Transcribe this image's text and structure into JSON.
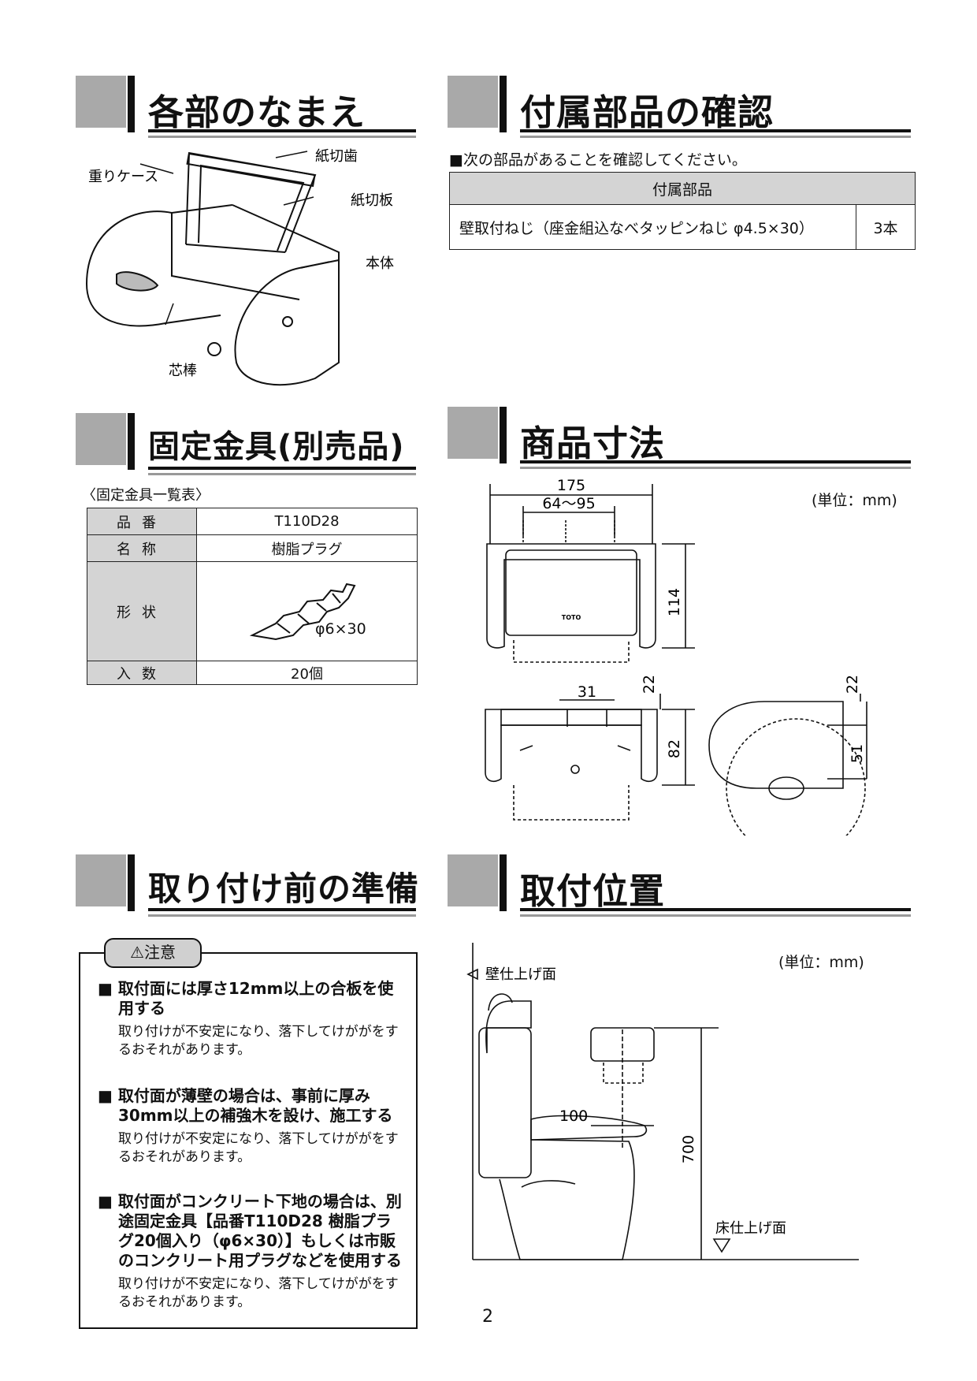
{
  "sections": {
    "parts_names": "各部のなまえ",
    "accessory_check": "付属部品の確認",
    "fixing_hardware": "固定金具(別売品)",
    "dimensions": "商品寸法",
    "preparation": "取り付け前の準備",
    "install_position": "取付位置"
  },
  "part_labels": {
    "cutter_teeth": "紙切歯",
    "weight_case": "重りケース",
    "cutter_plate": "紙切板",
    "body": "本体",
    "core_rod": "芯棒"
  },
  "accessory": {
    "intro": "■次の部品があることを確認してください。",
    "header": "付属部品",
    "item_name": "壁取付ねじ（座金組込なべタッピンねじ φ4.5×30）",
    "item_qty": "3本"
  },
  "fixing": {
    "caption": "〈固定金具一覧表〉",
    "rows": {
      "part_no_label": "品番",
      "part_no_value": "T110D28",
      "name_label": "名称",
      "name_value": "樹脂プラグ",
      "shape_label": "形状",
      "shape_value": "φ6×30",
      "qty_label": "入数",
      "qty_value": "20個"
    }
  },
  "dimensions": {
    "unit": "(単位：mm)",
    "width": "175",
    "screw_pitch": "64〜95",
    "height": "114",
    "brand": "TOTO",
    "top_offset": "22",
    "inner_width": "31",
    "depth": "82",
    "side_top": "22",
    "side_pitch": "51"
  },
  "caution": {
    "tag": "⚠注意",
    "items": [
      {
        "head": "■ 取付面には厚さ12mm以上の合板を使用する",
        "desc": "取り付けが不安定になり、落下してけががをするおそれがあります。"
      },
      {
        "head": "■ 取付面が薄壁の場合は、事前に厚み30mm以上の補強木を設け、施工する",
        "desc": "取り付けが不安定になり、落下してけががをするおそれがあります。"
      },
      {
        "head": "■ 取付面がコンクリート下地の場合は、別途固定金具【品番T110D28 樹脂プラグ20個入り（φ6×30）】もしくは市販のコンクリート用プラグなどを使用する",
        "desc": "取り付けが不安定になり、落下してけががをするおそれがあります。"
      }
    ]
  },
  "position": {
    "unit": "(単位：mm)",
    "wall": "壁仕上げ面",
    "floor": "床仕上げ面",
    "offset": "100",
    "height": "700"
  },
  "page_number": "2"
}
